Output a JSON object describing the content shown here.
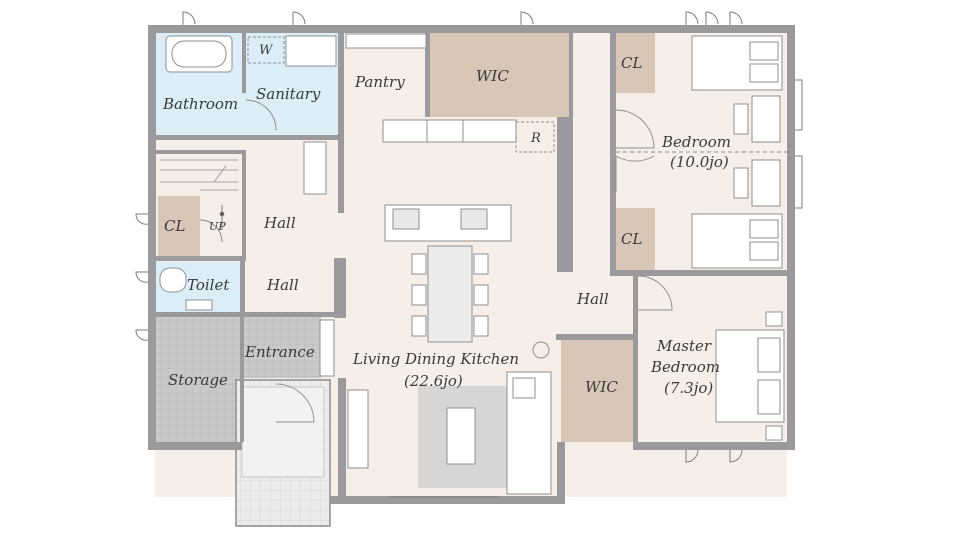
{
  "rooms": {
    "bathroom": "Bathroom",
    "sanitary": "Sanitary",
    "washer": "W",
    "pantry": "Pantry",
    "wic_top": "WIC",
    "fridge": "R",
    "bedroom": "Bedroom",
    "bedroom_size": "(10.0jo)",
    "cl_bed_top": "CL",
    "cl_bed_bottom": "CL",
    "cl_stair": "CL",
    "up": "UP",
    "hall_upper": "Hall",
    "hall_mid": "Hall",
    "hall_right": "Hall",
    "toilet": "Toilet",
    "entrance": "Entrance",
    "storage": "Storage",
    "ldk": "Living Dining Kitchen",
    "ldk_size": "(22.6jo)",
    "wic_bottom": "WIC",
    "master_bedroom_1": "Master",
    "master_bedroom_2": "Bedroom",
    "master_bedroom_size": "(7.3jo)"
  },
  "colors": {
    "wall": "#9a9a9c",
    "floor_main": "#f6efe9",
    "floor_wet": "#dbeef8",
    "closet": "#d8c6b7",
    "storage": "#c9c9c9",
    "entrance": "#e7e7e7",
    "rug": "#d6d6d6"
  }
}
